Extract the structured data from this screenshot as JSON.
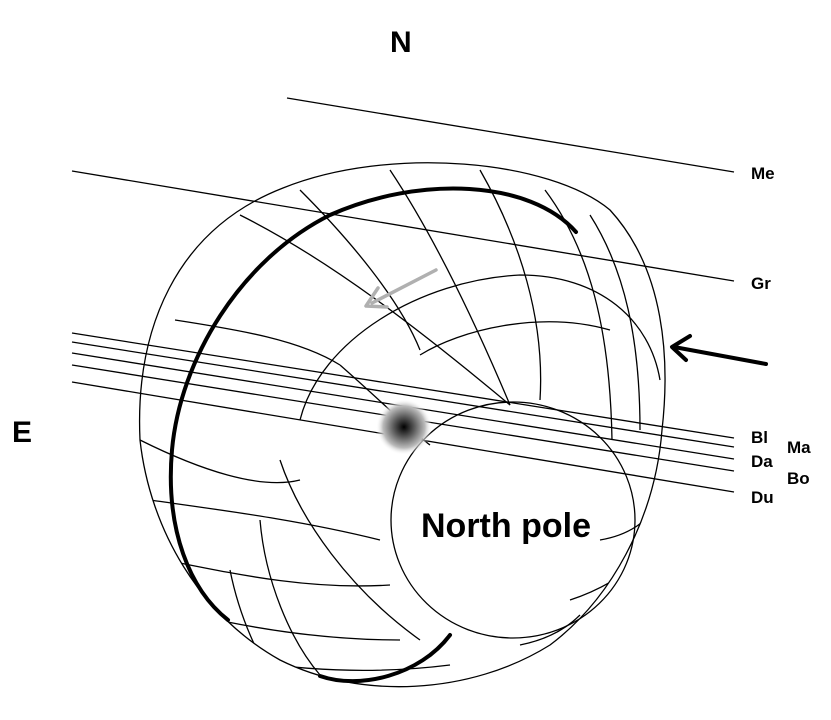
{
  "compass": {
    "north": "N",
    "east": "E"
  },
  "pole_label": "North pole",
  "track_labels": {
    "me": "Me",
    "gr": "Gr",
    "bl": "Bl",
    "ma": "Ma",
    "da": "Da",
    "bo": "Bo",
    "du": "Du"
  },
  "colors": {
    "ink": "#000000",
    "grey_arrow": "#b0b0b0",
    "background": "#ffffff"
  },
  "icons": {
    "motion_arrow": "arrow-left-icon",
    "grey_arrow": "arrow-down-left-icon",
    "spot": "radial-gradient-spot"
  }
}
